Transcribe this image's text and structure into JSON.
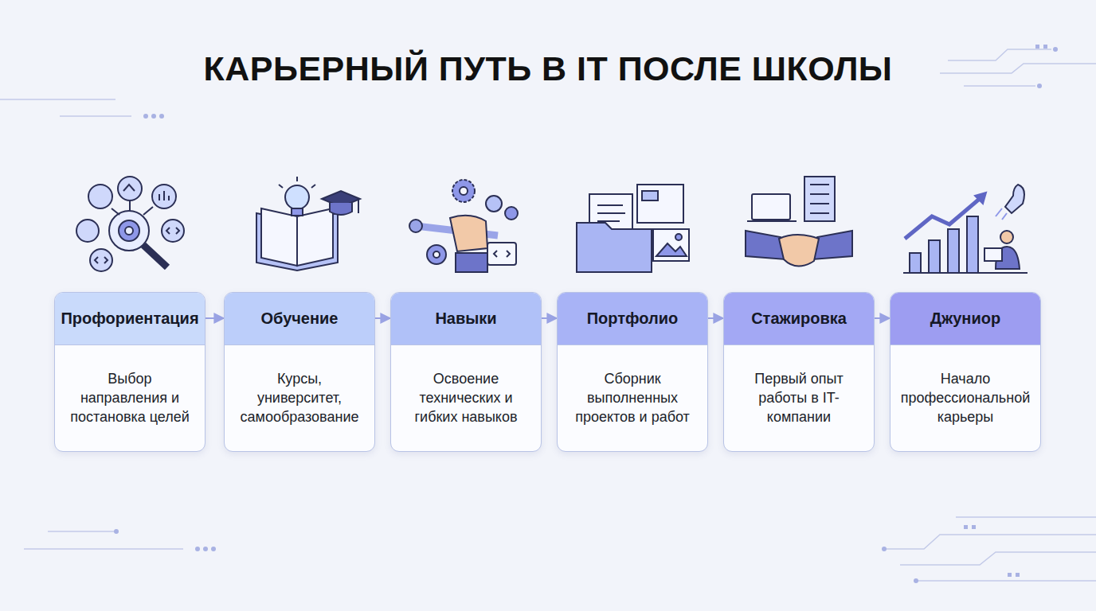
{
  "diagram": {
    "title": "КАРЬЕРНЫЙ ПУТЬ В IT ПОСЛЕ ШКОЛЫ",
    "nodes": [
      {
        "text": [
          "Профориентация",
          "Выбор направления и постановка целей"
        ]
      },
      {
        "text": [
          "Обучение",
          "Курсы, университет, самообразование"
        ]
      },
      {
        "text": [
          "Навыки",
          "Освоение технических и гибких навыков"
        ]
      },
      {
        "text": [
          "Портфолио",
          "Сборник выполненных проектов и работ"
        ]
      },
      {
        "text": [
          "Стажировка",
          "Первый опыт работы в IT-компании"
        ]
      },
      {
        "text": [
          "Джуниор",
          "Начало профессиональной карьеры"
        ]
      }
    ],
    "edges": [
      {
        "from": 0,
        "to": 1,
        "arrow": "to"
      },
      {
        "from": 1,
        "to": 2,
        "arrow": "to"
      },
      {
        "from": 2,
        "to": 3,
        "arrow": "to"
      },
      {
        "from": 3,
        "to": 4,
        "arrow": "to"
      },
      {
        "from": 4,
        "to": 5,
        "arrow": "to"
      }
    ]
  }
}
